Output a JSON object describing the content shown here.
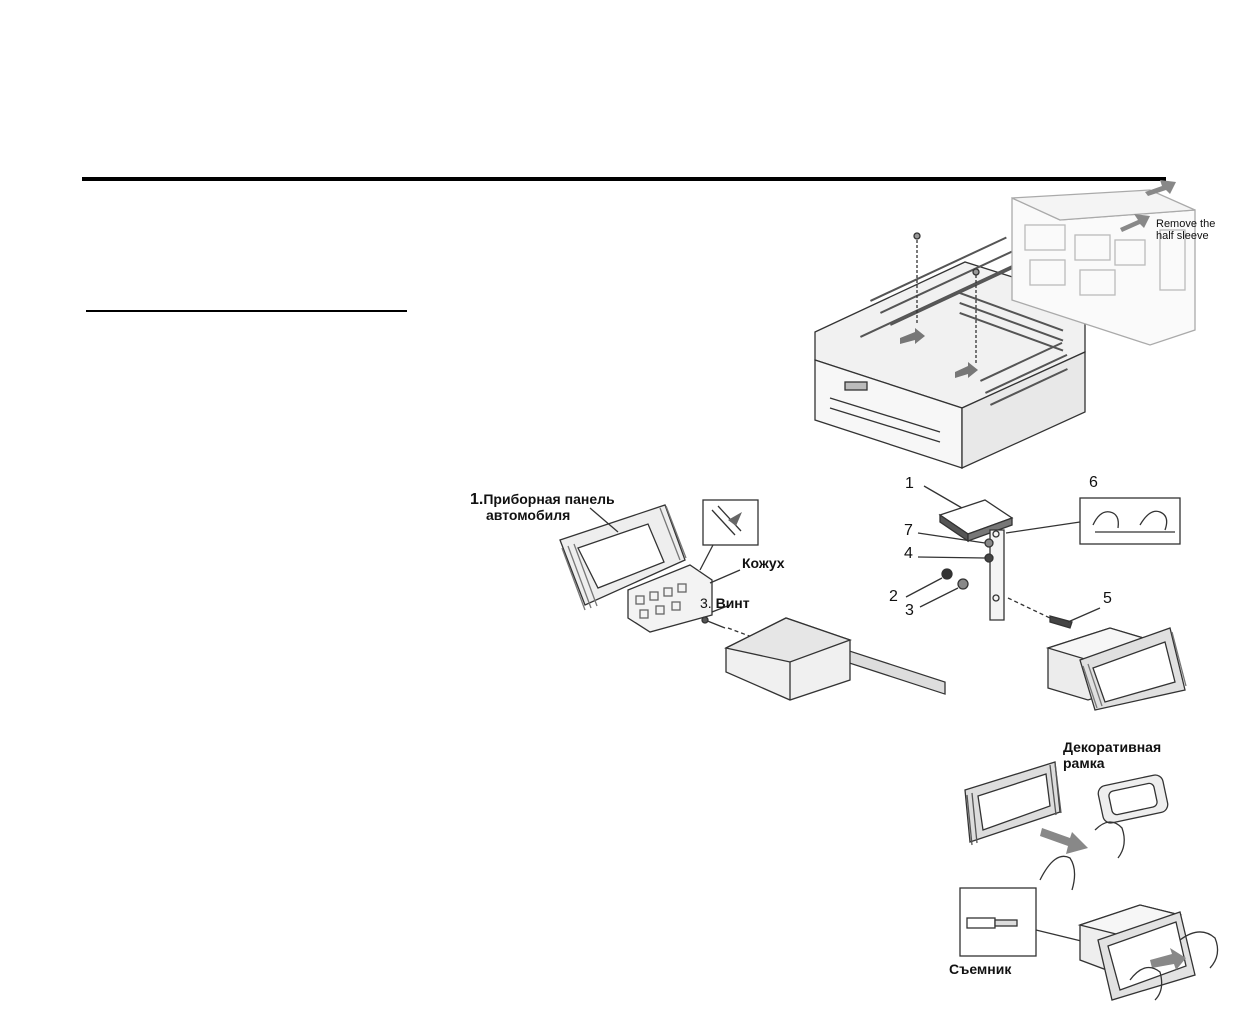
{
  "diagrams": {
    "sleeve": {
      "label": "Remove the\nhalf sleeve",
      "line1": "Remove the",
      "line2": "half sleeve"
    },
    "mounting": {
      "step_number": "1.",
      "dash_line1": "Приборная панель",
      "dash_line2": "автомобиля",
      "case_label": "Кожух",
      "screw_step": "3.",
      "screw_label": "Винт"
    },
    "bracket": {
      "parts": [
        "1",
        "2",
        "3",
        "4",
        "5",
        "6",
        "7"
      ]
    },
    "removal": {
      "trim_line1": "Декоративная",
      "trim_line2": "рамка",
      "tool_label": "Съемник"
    }
  }
}
